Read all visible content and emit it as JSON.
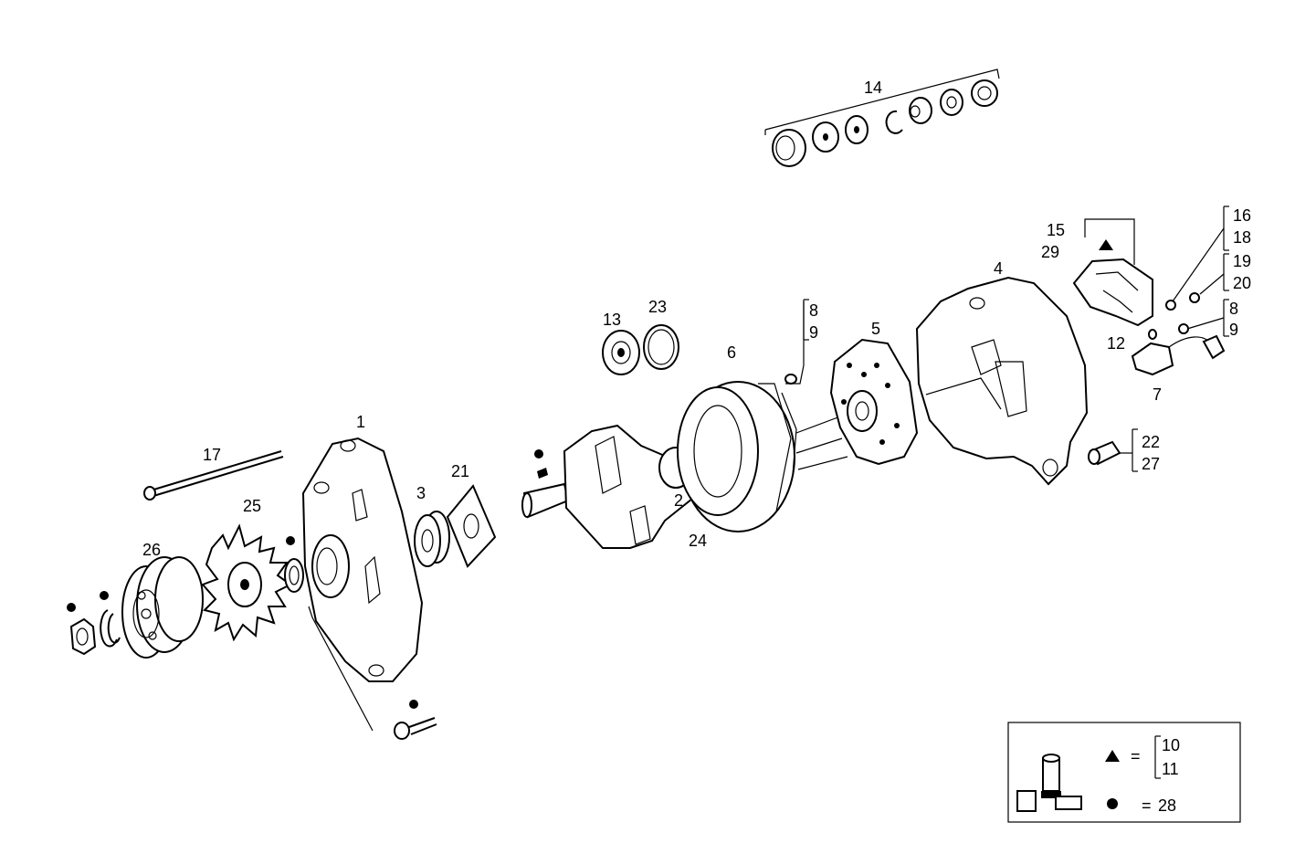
{
  "callouts": {
    "c1": "1",
    "c2": "2",
    "c3": "3",
    "c4": "4",
    "c5": "5",
    "c6": "6",
    "c7": "7",
    "c8a": "8",
    "c9a": "9",
    "c8b": "8",
    "c9b": "9",
    "c12": "12",
    "c13": "13",
    "c14": "14",
    "c15": "15",
    "c29": "29",
    "c16": "16",
    "c18": "18",
    "c19": "19",
    "c20": "20",
    "c17": "17",
    "c21": "21",
    "c22": "22",
    "c27": "27",
    "c23": "23",
    "c24": "24",
    "c25": "25",
    "c26": "26"
  },
  "legend": {
    "triangle_eq": "=",
    "triangle_items": [
      "10",
      "11"
    ],
    "dot_eq": "=",
    "dot_item": "28"
  },
  "icons": {
    "triangle": "triangle-marker-icon",
    "dot": "dot-marker-icon"
  },
  "colors": {
    "ink": "#000000",
    "paper": "#ffffff"
  }
}
